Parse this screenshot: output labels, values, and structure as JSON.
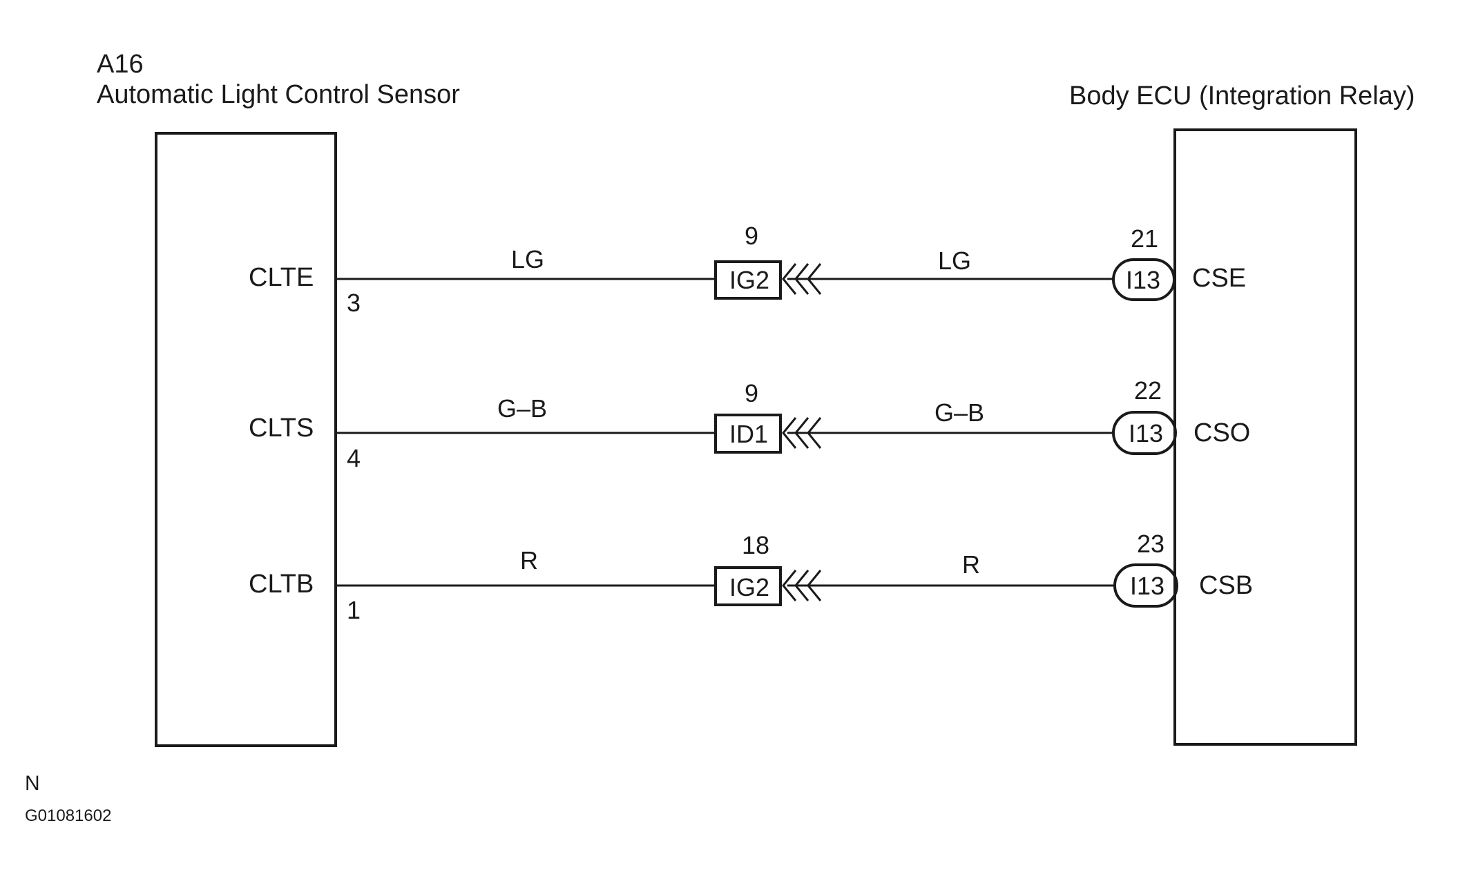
{
  "left_component": {
    "id": "A16",
    "name": "Automatic Light Control Sensor"
  },
  "right_component": {
    "name": "Body ECU (Integration Relay)"
  },
  "circuits": [
    {
      "left_terminal": "CLTE",
      "left_pin": "3",
      "wire_left": "LG",
      "junction_pin": "9",
      "junction_code": "IG2",
      "wire_right": "LG",
      "right_pin": "21",
      "right_connector": "I13",
      "right_terminal": "CSE"
    },
    {
      "left_terminal": "CLTS",
      "left_pin": "4",
      "wire_left": "G–B",
      "junction_pin": "9",
      "junction_code": "ID1",
      "wire_right": "G–B",
      "right_pin": "22",
      "right_connector": "I13",
      "right_terminal": "CSO"
    },
    {
      "left_terminal": "CLTB",
      "left_pin": "1",
      "wire_left": "R",
      "junction_pin": "18",
      "junction_code": "IG2",
      "wire_right": "R",
      "right_pin": "23",
      "right_connector": "I13",
      "right_terminal": "CSB"
    }
  ],
  "footer": {
    "marker": "N",
    "figure_code": "G01081602"
  }
}
